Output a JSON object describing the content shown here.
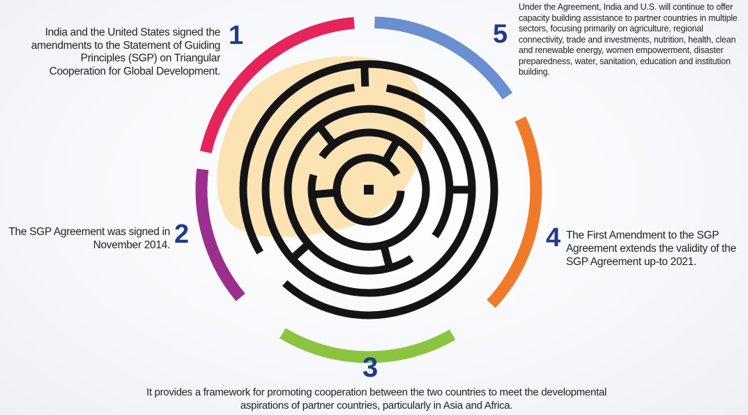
{
  "steps": [
    {
      "number": "1",
      "text": "India and the United States signed the amendments to the Statement of Guiding Principles (SGP) on Triangular Cooperation for Global Development.",
      "color": "#e5245a"
    },
    {
      "number": "2",
      "text": "The SGP Agreement was signed in November 2014.",
      "color": "#9b2f8e"
    },
    {
      "number": "3",
      "text": "It provides a framework for promoting cooperation between the two countries to meet the developmental aspirations of partner countries, particularly in Asia and Africa.",
      "color": "#8cc43f"
    },
    {
      "number": "4",
      "text": "The First Amendment to the SGP Agreement extends the validity of the SGP Agreement up-to 2021.",
      "color": "#f07a2c"
    },
    {
      "number": "5",
      "text": "Under the Agreement, India and U.S. will continue to offer capacity building assistance to partner countries in multiple sectors, focusing primarily on agriculture, regional connectivity, trade and investments, nutrition, health, clean and renewable energy, women empowerment, disaster preparedness, water, sanitation, education and institution building.",
      "color": "#6a8fd0"
    }
  ],
  "maze_color": "#141417",
  "blob_color": "#fbe3b4"
}
